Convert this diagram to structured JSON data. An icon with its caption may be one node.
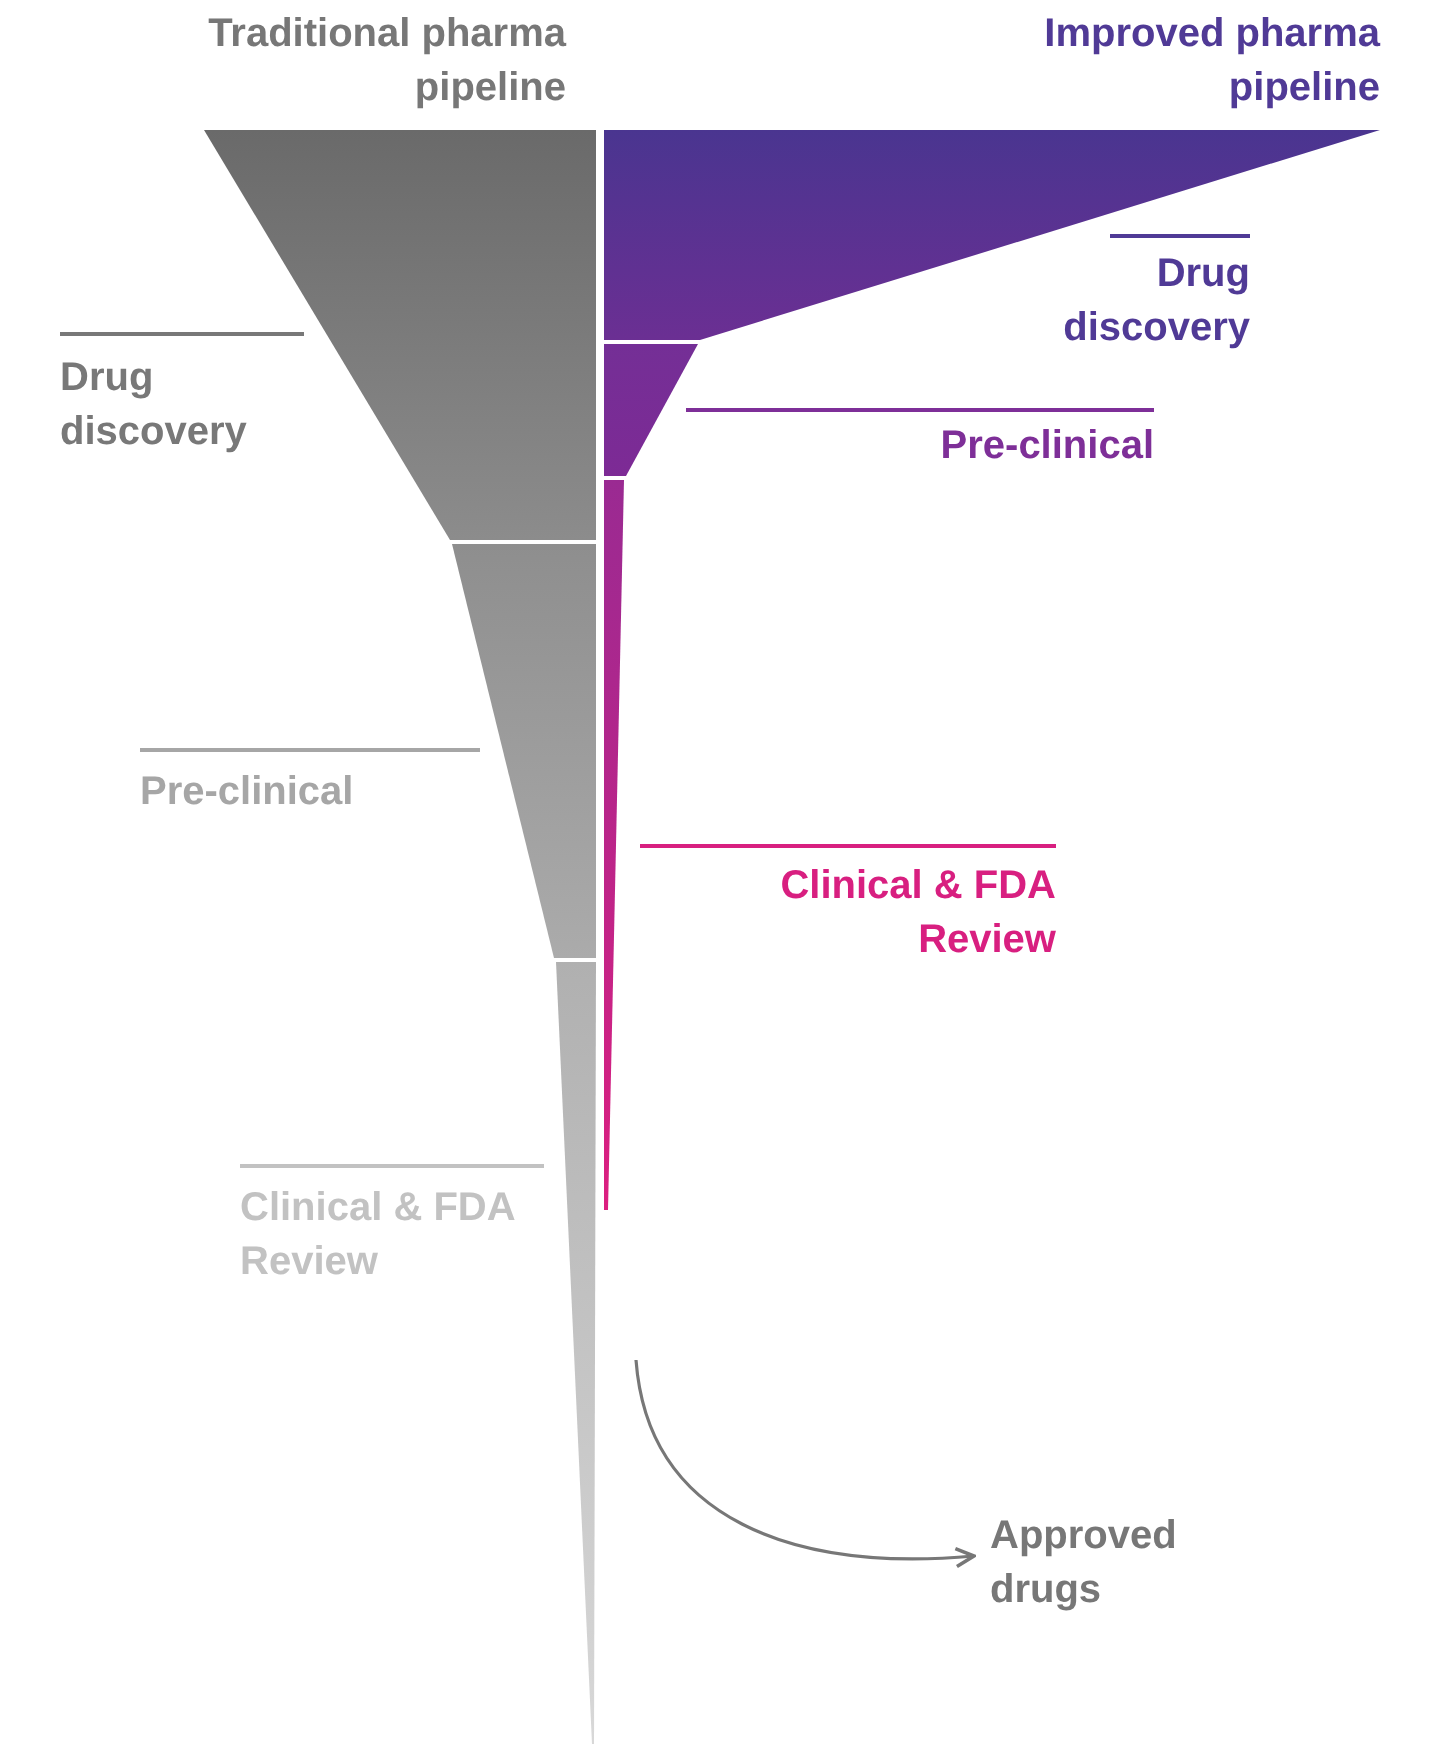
{
  "diagram": {
    "nodes": [
      {
        "text": [
          "Drug discovery"
        ]
      },
      {
        "text": [
          "Pre-clinical"
        ]
      },
      {
        "text": [
          "Clinical & FDA Review"
        ]
      },
      {
        "text": [
          "Drug discovery"
        ]
      },
      {
        "text": [
          "Pre-clinical"
        ]
      },
      {
        "text": [
          "Clinical & FDA Review"
        ]
      },
      {
        "text": [
          "Approved drugs"
        ]
      }
    ],
    "edges": [
      {
        "from": null,
        "to": 6,
        "arrow": "to"
      }
    ],
    "labels": [
      "Traditional pharma pipeline",
      "Improved pharma pipeline"
    ]
  }
}
